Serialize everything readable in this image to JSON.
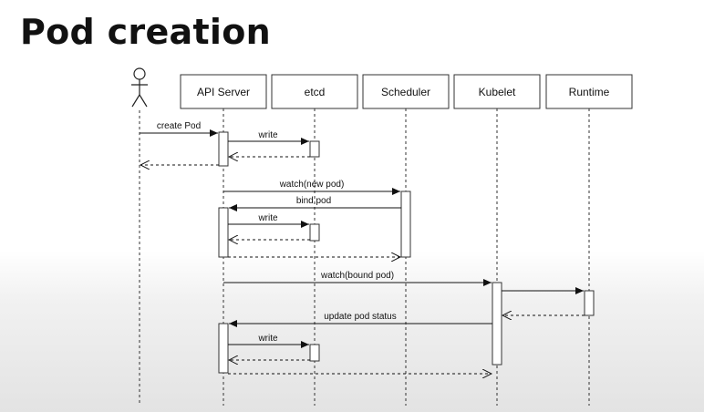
{
  "title": "Pod creation",
  "participants": {
    "api": "API Server",
    "etcd": "etcd",
    "scheduler": "Scheduler",
    "kubelet": "Kubelet",
    "runtime": "Runtime"
  },
  "messages": {
    "create_pod": "create Pod",
    "write_1": "write",
    "watch_new_pod": "watch(new pod)",
    "bind_pod": "bind pod",
    "write_2": "write",
    "watch_bound_pod": "watch(bound pod)",
    "update_pod_status": "update pod status",
    "write_3": "write"
  }
}
